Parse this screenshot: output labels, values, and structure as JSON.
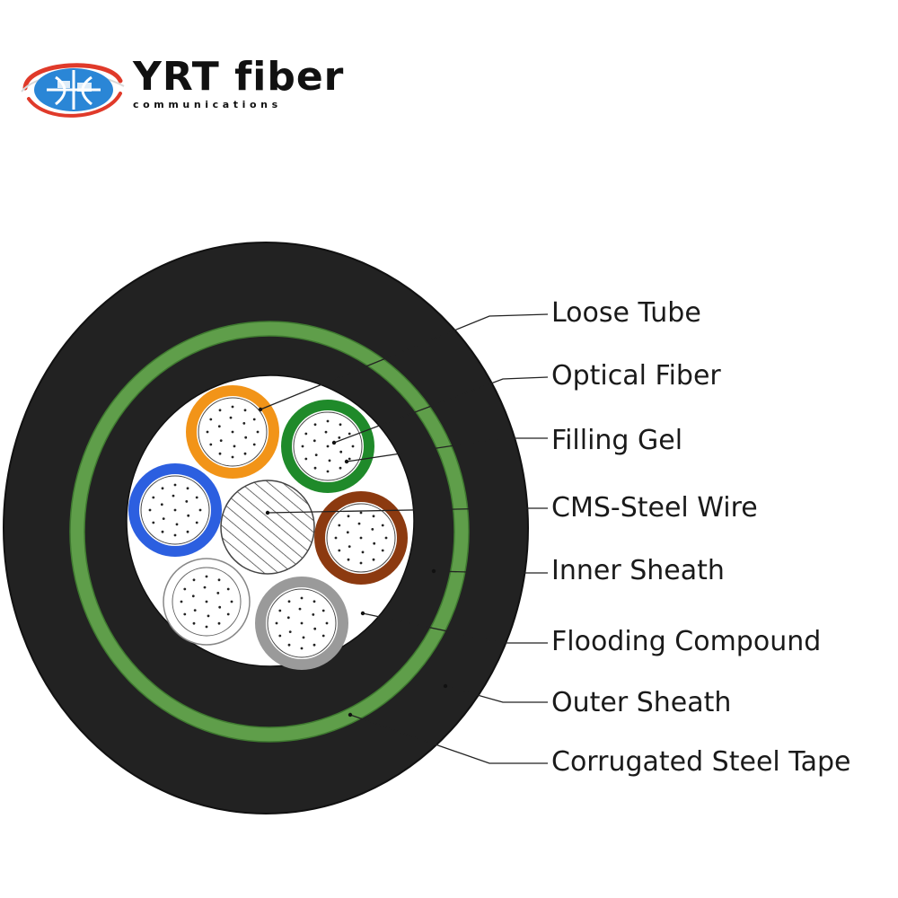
{
  "brand": {
    "name": "YRT fiber",
    "tagline": "communications"
  },
  "cable": {
    "colors": {
      "sheath": "#222222",
      "steel_tape": "#5f9e4a",
      "core": "#ffffff",
      "tube_orange": "#f29418",
      "tube_green": "#1f8a2a",
      "tube_blue": "#2c5fe0",
      "tube_brown": "#8c3a10",
      "tube_gray": "#9a9a9a",
      "tube_white": "#ffffff"
    },
    "loose_tubes": [
      {
        "color": "orange"
      },
      {
        "color": "green"
      },
      {
        "color": "blue"
      },
      {
        "color": "brown"
      },
      {
        "color": "white"
      },
      {
        "color": "gray"
      }
    ]
  },
  "labels": [
    "Loose Tube",
    "Optical Fiber",
    "Filling Gel",
    "CMS-Steel Wire",
    "Inner Sheath",
    "Flooding Compound",
    "Outer Sheath",
    "Corrugated Steel Tape"
  ]
}
